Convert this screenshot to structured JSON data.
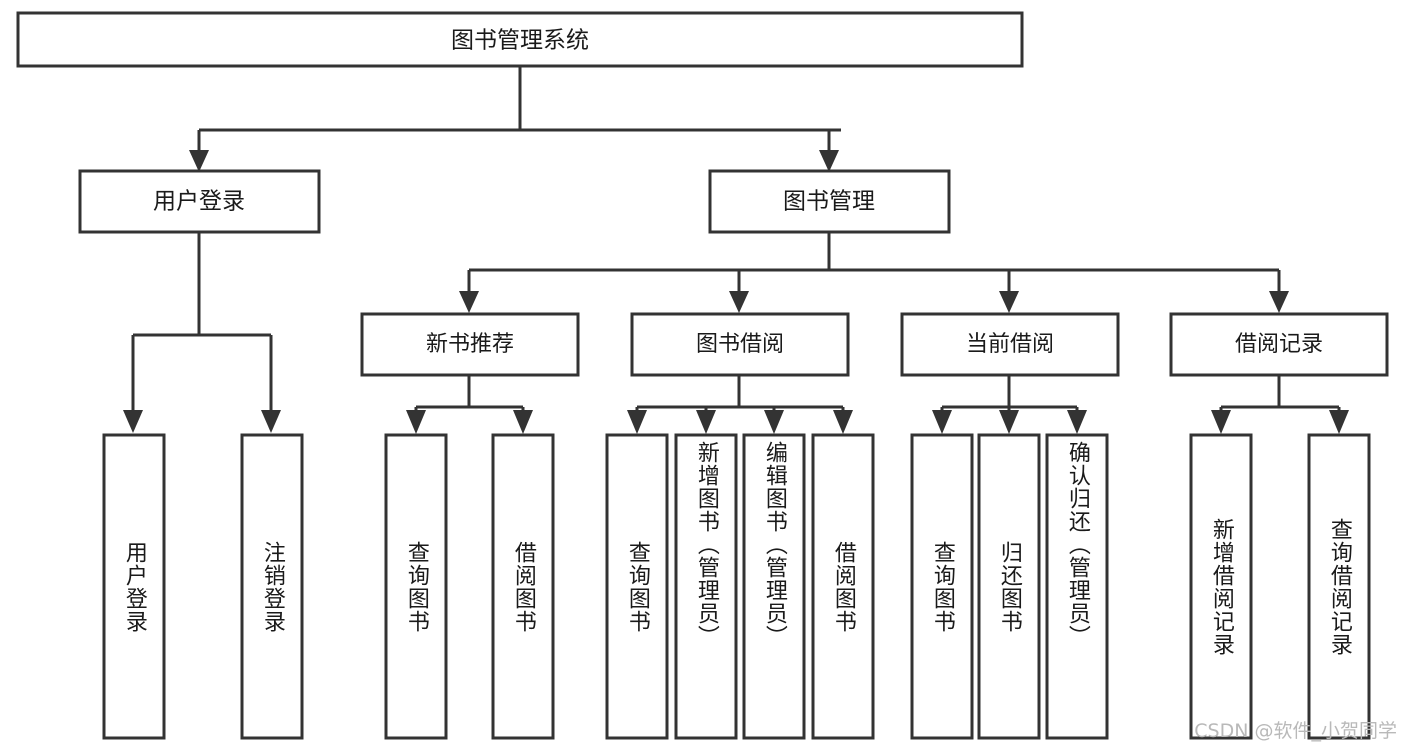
{
  "diagram": {
    "title": "图书管理系统",
    "type": "tree-hierarchy",
    "root": {
      "id": "root",
      "label": "图书管理系统"
    },
    "level2": [
      {
        "id": "user-login",
        "label": "用户登录"
      },
      {
        "id": "book-manage",
        "label": "图书管理"
      }
    ],
    "level3": [
      {
        "id": "new-book-rec",
        "label": "新书推荐",
        "parent": "book-manage"
      },
      {
        "id": "book-borrow",
        "label": "图书借阅",
        "parent": "book-manage"
      },
      {
        "id": "current-borrow",
        "label": "当前借阅",
        "parent": "book-manage"
      },
      {
        "id": "borrow-record",
        "label": "借阅记录",
        "parent": "book-manage"
      }
    ],
    "leaves": {
      "user-login": [
        {
          "id": "leaf-user-login",
          "label": "用户登录"
        },
        {
          "id": "leaf-user-logout",
          "label": "注销登录"
        }
      ],
      "new-book-rec": [
        {
          "id": "leaf-query-book-1",
          "label": "查询图书"
        },
        {
          "id": "leaf-borrow-book-1",
          "label": "借阅图书"
        }
      ],
      "book-borrow": [
        {
          "id": "leaf-query-book-2",
          "label": "查询图书"
        },
        {
          "id": "leaf-add-book",
          "label": "新增图书（管理员）"
        },
        {
          "id": "leaf-edit-book",
          "label": "编辑图书（管理员）"
        },
        {
          "id": "leaf-borrow-book-2",
          "label": "借阅图书"
        }
      ],
      "current-borrow": [
        {
          "id": "leaf-query-book-3",
          "label": "查询图书"
        },
        {
          "id": "leaf-return-book",
          "label": "归还图书"
        },
        {
          "id": "leaf-confirm-return",
          "label": "确认归还（管理员）"
        }
      ],
      "borrow-record": [
        {
          "id": "leaf-add-record",
          "label": "新增借阅记录"
        },
        {
          "id": "leaf-query-record",
          "label": "查询借阅记录"
        }
      ]
    }
  },
  "watermark": {
    "text": "CSDN @软件_小贺同学"
  },
  "colors": {
    "stroke": "#333333",
    "box_fill": "#ffffff",
    "text": "#1a1a1a",
    "watermark": "#b9b9b9",
    "background": "#ffffff"
  }
}
